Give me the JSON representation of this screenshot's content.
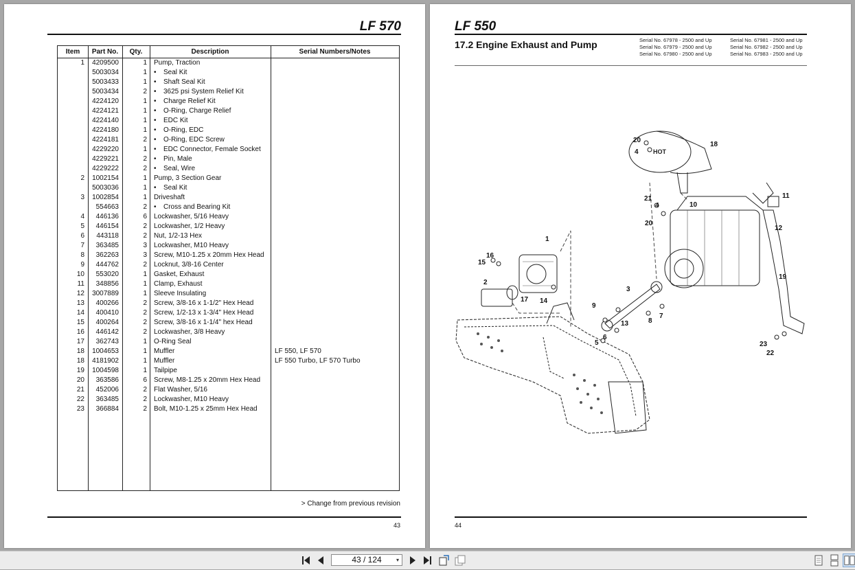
{
  "left_page": {
    "model": "LF 570",
    "columns": {
      "item": "Item",
      "part": "Part No.",
      "qty": "Qty.",
      "desc": "Description",
      "notes": "Serial Numbers/Notes"
    },
    "rows": [
      {
        "item": "1",
        "part": "4209500",
        "qty": "1",
        "desc": "Pump, Traction",
        "bullet": false,
        "notes": ""
      },
      {
        "item": "",
        "part": "5003034",
        "qty": "1",
        "desc": "Seal Kit",
        "bullet": true,
        "notes": ""
      },
      {
        "item": "",
        "part": "5003433",
        "qty": "1",
        "desc": "Shaft Seal Kit",
        "bullet": true,
        "notes": ""
      },
      {
        "item": "",
        "part": "5003434",
        "qty": "2",
        "desc": "3625 psi System Relief Kit",
        "bullet": true,
        "notes": ""
      },
      {
        "item": "",
        "part": "4224120",
        "qty": "1",
        "desc": "Charge Relief Kit",
        "bullet": true,
        "notes": ""
      },
      {
        "item": "",
        "part": "4224121",
        "qty": "1",
        "desc": "O-Ring, Charge Relief",
        "bullet": true,
        "notes": ""
      },
      {
        "item": "",
        "part": "4224140",
        "qty": "1",
        "desc": "EDC Kit",
        "bullet": true,
        "notes": ""
      },
      {
        "item": "",
        "part": "4224180",
        "qty": "1",
        "desc": "O-Ring, EDC",
        "bullet": true,
        "notes": ""
      },
      {
        "item": "",
        "part": "4224181",
        "qty": "2",
        "desc": "O-Ring, EDC Screw",
        "bullet": true,
        "notes": ""
      },
      {
        "item": "",
        "part": "4229220",
        "qty": "1",
        "desc": "EDC Connector, Female Socket",
        "bullet": true,
        "notes": ""
      },
      {
        "item": "",
        "part": "4229221",
        "qty": "2",
        "desc": "Pin, Male",
        "bullet": true,
        "notes": ""
      },
      {
        "item": "",
        "part": "4229222",
        "qty": "2",
        "desc": "Seal, Wire",
        "bullet": true,
        "notes": ""
      },
      {
        "item": "2",
        "part": "1002154",
        "qty": "1",
        "desc": "Pump, 3 Section Gear",
        "bullet": false,
        "notes": ""
      },
      {
        "item": "",
        "part": "5003036",
        "qty": "1",
        "desc": "Seal Kit",
        "bullet": true,
        "notes": ""
      },
      {
        "item": "3",
        "part": "1002854",
        "qty": "1",
        "desc": "Driveshaft",
        "bullet": false,
        "notes": ""
      },
      {
        "item": "",
        "part": "554663",
        "qty": "2",
        "desc": "Cross and Bearing Kit",
        "bullet": true,
        "notes": ""
      },
      {
        "item": "4",
        "part": "446136",
        "qty": "6",
        "desc": "Lockwasher, 5/16 Heavy",
        "bullet": false,
        "notes": ""
      },
      {
        "item": "5",
        "part": "446154",
        "qty": "2",
        "desc": "Lockwasher, 1/2 Heavy",
        "bullet": false,
        "notes": ""
      },
      {
        "item": "6",
        "part": "443118",
        "qty": "2",
        "desc": "Nut, 1/2-13 Hex",
        "bullet": false,
        "notes": ""
      },
      {
        "item": "7",
        "part": "363485",
        "qty": "3",
        "desc": "Lockwasher, M10 Heavy",
        "bullet": false,
        "notes": ""
      },
      {
        "item": "8",
        "part": "362263",
        "qty": "3",
        "desc": "Screw, M10-1.25 x 20mm Hex Head",
        "bullet": false,
        "notes": ""
      },
      {
        "item": "9",
        "part": "444762",
        "qty": "2",
        "desc": "Locknut, 3/8-16 Center",
        "bullet": false,
        "notes": ""
      },
      {
        "item": "10",
        "part": "553020",
        "qty": "1",
        "desc": "Gasket, Exhaust",
        "bullet": false,
        "notes": ""
      },
      {
        "item": "11",
        "part": "348856",
        "qty": "1",
        "desc": "Clamp, Exhaust",
        "bullet": false,
        "notes": ""
      },
      {
        "item": "12",
        "part": "3007889",
        "qty": "1",
        "desc": "Sleeve Insulating",
        "bullet": false,
        "notes": ""
      },
      {
        "item": "13",
        "part": "400266",
        "qty": "2",
        "desc": "Screw, 3/8-16 x 1-1/2\" Hex Head",
        "bullet": false,
        "notes": ""
      },
      {
        "item": "14",
        "part": "400410",
        "qty": "2",
        "desc": "Screw, 1/2-13 x 1-3/4\" Hex Head",
        "bullet": false,
        "notes": ""
      },
      {
        "item": "15",
        "part": "400264",
        "qty": "2",
        "desc": "Screw, 3/8-16 x 1-1/4\" hex Head",
        "bullet": false,
        "notes": ""
      },
      {
        "item": "16",
        "part": "446142",
        "qty": "2",
        "desc": "Lockwasher, 3/8 Heavy",
        "bullet": false,
        "notes": ""
      },
      {
        "item": "17",
        "part": "362743",
        "qty": "1",
        "desc": "O-Ring Seal",
        "bullet": false,
        "notes": ""
      },
      {
        "item": "18",
        "part": "1004653",
        "qty": "1",
        "desc": "Muffler",
        "bullet": false,
        "notes": "LF 550, LF 570"
      },
      {
        "item": "18",
        "part": "4181902",
        "qty": "1",
        "desc": "Muffler",
        "bullet": false,
        "notes": "LF 550 Turbo, LF 570 Turbo"
      },
      {
        "item": "19",
        "part": "1004598",
        "qty": "1",
        "desc": "Tailpipe",
        "bullet": false,
        "notes": ""
      },
      {
        "item": "20",
        "part": "363586",
        "qty": "6",
        "desc": "Screw, M8-1.25 x 20mm Hex Head",
        "bullet": false,
        "notes": ""
      },
      {
        "item": "21",
        "part": "452006",
        "qty": "2",
        "desc": "Flat Washer, 5/16",
        "bullet": false,
        "notes": ""
      },
      {
        "item": "22",
        "part": "363485",
        "qty": "2",
        "desc": "Lockwasher, M10 Heavy",
        "bullet": false,
        "notes": ""
      },
      {
        "item": "23",
        "part": "366884",
        "qty": "2",
        "desc": "Bolt, M10-1.25 x 25mm Hex Head",
        "bullet": false,
        "notes": ""
      }
    ],
    "bullet_char": "•",
    "change_note": "> Change from previous revision",
    "page_number": "43"
  },
  "right_page": {
    "model": "LF 550",
    "section_title": "17.2 Engine Exhaust and Pump",
    "serials": [
      "Serial No. 67978 - 2500 and Up",
      "Serial No. 67979 - 2500 and Up",
      "Serial No. 67980 - 2500 and Up",
      "Serial No. 67981 - 2500 and Up",
      "Serial No. 67982 - 2500 and Up",
      "Serial No. 67983 - 2500 and Up"
    ],
    "page_number": "44",
    "diagram": {
      "muffler_text": "HOT",
      "callouts": [
        "1",
        "2",
        "3",
        "4",
        "4",
        "5",
        "6",
        "7",
        "8",
        "9",
        "10",
        "11",
        "12",
        "13",
        "14",
        "15",
        "16",
        "17",
        "18",
        "19",
        "20",
        "20",
        "21",
        "22",
        "23"
      ]
    }
  },
  "toolbar": {
    "page_indicator": "43 / 124",
    "caret": "▾",
    "icons": [
      "first-page-icon",
      "prev-page-icon",
      "next-page-icon",
      "last-page-icon",
      "rotate-icon",
      "rotate-alt-icon",
      "single-page-view-icon",
      "continuous-view-icon",
      "double-page-view-icon"
    ]
  }
}
